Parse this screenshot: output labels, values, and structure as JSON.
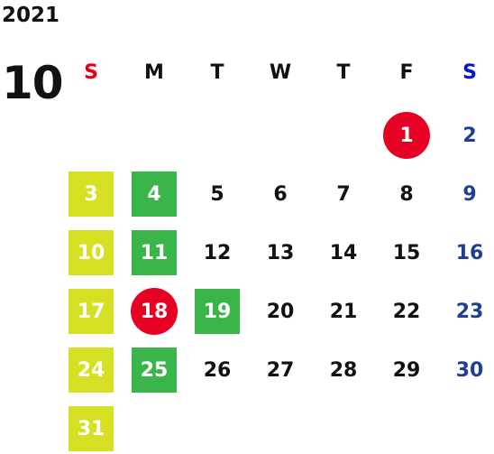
{
  "calendar": {
    "year": "2021",
    "month": "10",
    "weekdays": [
      "S",
      "M",
      "T",
      "W",
      "T",
      "F",
      "S"
    ],
    "colors": {
      "sunday_header": "#e60012",
      "saturday_header": "#0019d6",
      "saturday_text": "#1e3f94",
      "weekday_text": "#111111",
      "yellow_green_marker": "#d4e021",
      "green_marker": "#3ab54a",
      "red_circle_marker": "#e60023"
    },
    "weeks": [
      [
        null,
        null,
        null,
        null,
        null,
        {
          "d": "1",
          "mark": "red-circle"
        },
        {
          "d": "2",
          "mark": "none"
        }
      ],
      [
        {
          "d": "3",
          "mark": "yellow-green"
        },
        {
          "d": "4",
          "mark": "green"
        },
        {
          "d": "5",
          "mark": "none"
        },
        {
          "d": "6",
          "mark": "none"
        },
        {
          "d": "7",
          "mark": "none"
        },
        {
          "d": "8",
          "mark": "none"
        },
        {
          "d": "9",
          "mark": "none"
        }
      ],
      [
        {
          "d": "10",
          "mark": "yellow-green"
        },
        {
          "d": "11",
          "mark": "green"
        },
        {
          "d": "12",
          "mark": "none"
        },
        {
          "d": "13",
          "mark": "none"
        },
        {
          "d": "14",
          "mark": "none"
        },
        {
          "d": "15",
          "mark": "none"
        },
        {
          "d": "16",
          "mark": "none"
        }
      ],
      [
        {
          "d": "17",
          "mark": "yellow-green"
        },
        {
          "d": "18",
          "mark": "red-circle"
        },
        {
          "d": "19",
          "mark": "green"
        },
        {
          "d": "20",
          "mark": "none"
        },
        {
          "d": "21",
          "mark": "none"
        },
        {
          "d": "22",
          "mark": "none"
        },
        {
          "d": "23",
          "mark": "none"
        }
      ],
      [
        {
          "d": "24",
          "mark": "yellow-green"
        },
        {
          "d": "25",
          "mark": "green"
        },
        {
          "d": "26",
          "mark": "none"
        },
        {
          "d": "27",
          "mark": "none"
        },
        {
          "d": "28",
          "mark": "none"
        },
        {
          "d": "29",
          "mark": "none"
        },
        {
          "d": "30",
          "mark": "none"
        }
      ],
      [
        {
          "d": "31",
          "mark": "yellow-green"
        },
        null,
        null,
        null,
        null,
        null,
        null
      ]
    ]
  }
}
